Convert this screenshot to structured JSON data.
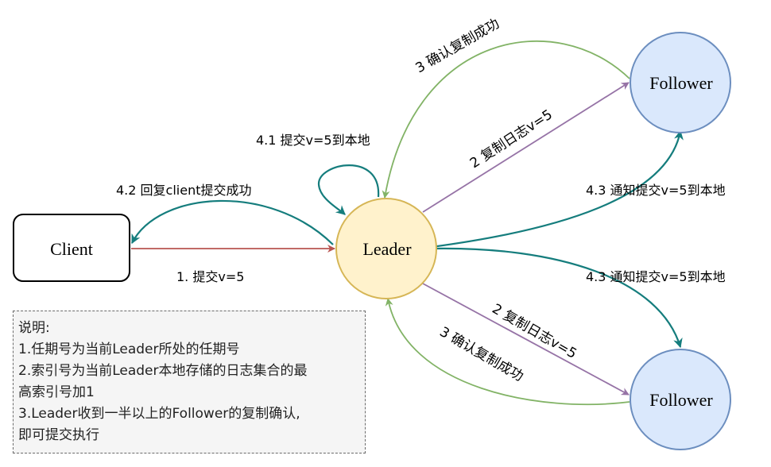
{
  "nodes": {
    "client": "Client",
    "leader": "Leader",
    "follower_top": "Follower",
    "follower_bottom": "Follower"
  },
  "edges": {
    "submit": "1. 提交v=5",
    "replicate_top": "2 复制日志v=5",
    "replicate_bottom": "2 复制日志v=5",
    "confirm_top": "3 确认复制成功",
    "confirm_bottom": "3 确认复制成功",
    "commit_local": "4.1 提交v=5到本地",
    "reply_client": "4.2 回复client提交成功",
    "notify_top": "4.3 通知提交v=5到本地",
    "notify_bottom": "4.3 通知提交v=5到本地"
  },
  "note": {
    "title": "说明:",
    "line1": "1.任期号为当前Leader所处的任期号",
    "line2a": "2.索引号为当前Leader本地存储的日志集合的最",
    "line2b": "高索引号加1",
    "line3a": "3.Leader收到一半以上的Follower的复制确认,",
    "line3b": "即可提交执行"
  },
  "colors": {
    "leader_fill": "#fff2cc",
    "leader_stroke": "#d6b656",
    "follower_fill": "#dae8fc",
    "follower_stroke": "#6c8ebf",
    "submit_arrow": "#b85450",
    "replicate_arrow": "#9673a6",
    "confirm_arrow": "#82b366",
    "teal_arrow": "#157d7d"
  }
}
